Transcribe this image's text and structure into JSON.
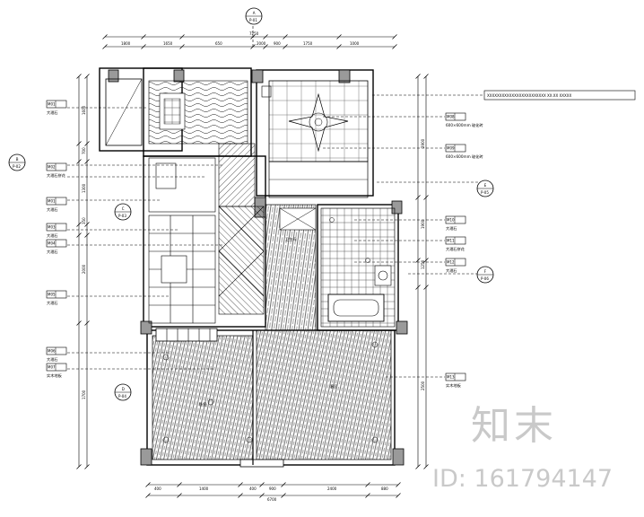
{
  "watermark": {
    "brand": "知末",
    "id": "ID: 161794147"
  },
  "note": "XXXXXXXXXXXXXXXXXXXXXXXX XX.XX XXXXX",
  "dims_top": [
    "1800",
    "1650",
    "650",
    "2000",
    "900",
    "1750",
    "1000"
  ],
  "dims_top_total": "7250",
  "dims_bottom": [
    "400",
    "1400",
    "400",
    "900",
    "2400",
    "880"
  ],
  "dims_bottom_total": "6700",
  "dims_left": [
    "1600",
    "700",
    "1300",
    "350",
    "2000",
    "1700"
  ],
  "dims_right": [
    "2900",
    "1900",
    "1250",
    "2500"
  ],
  "left_tags": [
    {
      "code": "M01",
      "text": "大理石"
    },
    {
      "code": "M02",
      "text": "大理石拼花"
    },
    {
      "code": "M01",
      "text": "大理石"
    },
    {
      "code": "M03",
      "text": "大理石"
    },
    {
      "code": "M04",
      "text": "大理石"
    },
    {
      "code": "M05",
      "text": "大理石"
    },
    {
      "code": "M06",
      "text": "大理石"
    },
    {
      "code": "M07",
      "text": "实木地板"
    }
  ],
  "right_tags": [
    {
      "code": "M08",
      "text": "600×600mm 玻化砖"
    },
    {
      "code": "M09",
      "text": "600×600mm 玻化砖"
    },
    {
      "code": "M10",
      "text": "大理石"
    },
    {
      "code": "M11",
      "text": "大理石拼花"
    },
    {
      "code": "M12",
      "text": "大理石"
    },
    {
      "code": "M13",
      "text": "实木地板"
    }
  ],
  "section_marks": [
    {
      "letter": "A",
      "ref": "P-01"
    },
    {
      "letter": "B",
      "ref": "P-02"
    },
    {
      "letter": "C",
      "ref": "P-03"
    },
    {
      "letter": "D",
      "ref": "P-04"
    },
    {
      "letter": "E",
      "ref": "P-05"
    },
    {
      "letter": "F",
      "ref": "P-06"
    }
  ],
  "room_labels": [
    "客厅",
    "卧室",
    "卫生间"
  ]
}
